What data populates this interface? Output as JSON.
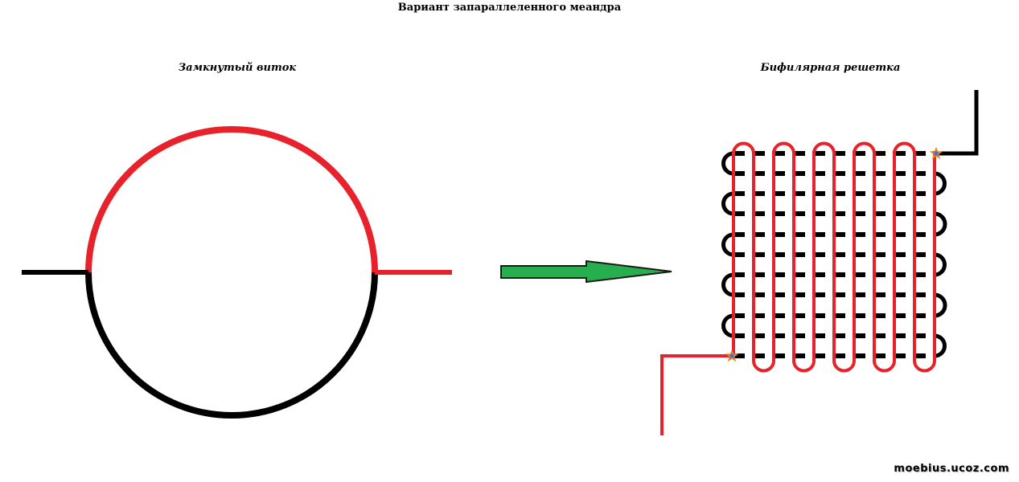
{
  "title": "Вариант запараллеленного меандра",
  "left_panel": {
    "label": "Замкнутый виток"
  },
  "right_panel": {
    "label": "Бифилярная решетка"
  },
  "watermark": "moebius.ucoz.com",
  "colors": {
    "red_wire": "#e8222a",
    "black_wire": "#000000",
    "arrow_fill": "#27ae4f",
    "arrow_stroke": "#1a1a1a",
    "marker": "#f0822a"
  },
  "icons": {
    "arrow": "right-arrow-icon",
    "junction": "junction-star-icon"
  }
}
